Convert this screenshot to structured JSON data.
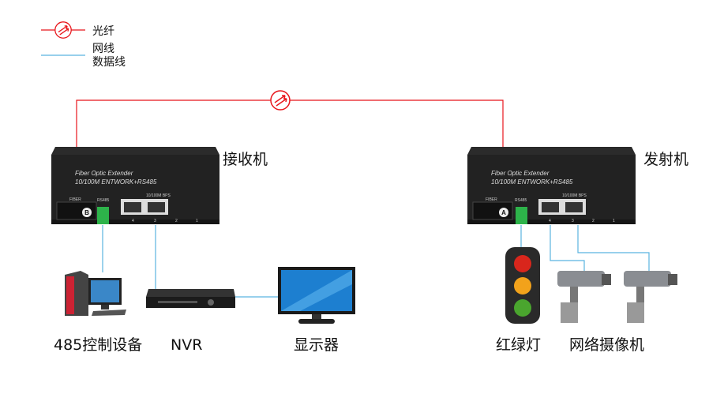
{
  "legend": {
    "fiber": "光纤",
    "network": "网线",
    "data": "数据线"
  },
  "colors": {
    "fiber": "#e8151b",
    "cable": "#5ab4e0"
  },
  "receiver": {
    "label": "接收机",
    "line1": "Fiber  Optic  Extender",
    "line2": "10/100M   ENTWORK+RS485",
    "fiber": "FIBER",
    "rs485": "RS485",
    "bps": "10/100M   BPS",
    "badge": "B",
    "ports": [
      "4",
      "3",
      "2",
      "1"
    ]
  },
  "transmitter": {
    "label": "发射机",
    "line1": "Fiber  Optic  Extender",
    "line2": "10/100M   ENTWORK+RS485",
    "fiber": "FIBER",
    "rs485": "RS485",
    "bps": "10/100M   BPS",
    "badge": "A",
    "ports": [
      "4",
      "3",
      "2",
      "1"
    ]
  },
  "devices": {
    "pc": "485控制设备",
    "nvr": "NVR",
    "monitor": "显示器",
    "traffic": "红绿灯",
    "camera": "网络摄像机"
  }
}
